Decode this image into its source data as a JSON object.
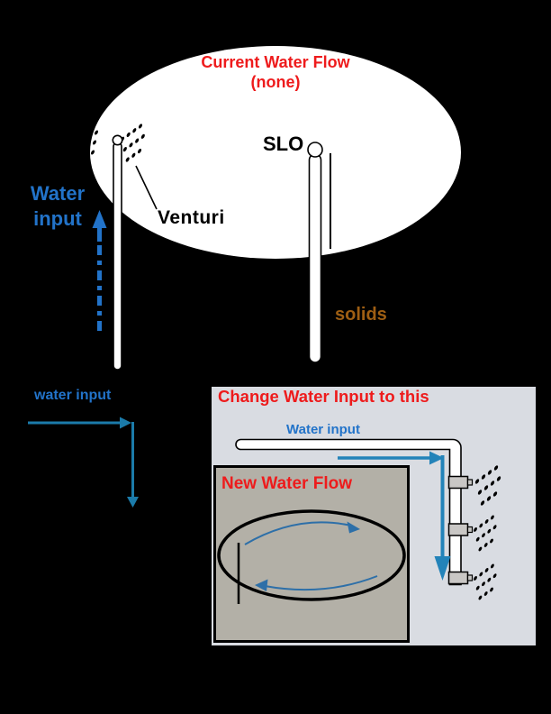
{
  "colors": {
    "c-background": "#000000",
    "c-tank-fill": "#ffffff",
    "c-red-label": "#ee1b1c",
    "c-blue-label": "#2273c9",
    "c-teal-arrow": "#1b7baa",
    "c-inset-arrow": "#2383b9",
    "c-flow-arc": "#2d6fa8",
    "c-brown-label": "#9e5e13",
    "c-inset-bg": "#d9dce2",
    "c-inner-box-bg": "#b3b0a7",
    "c-nozzle-fill": "#c9c7c5"
  },
  "top_diagram": {
    "title_line1": "Current Water Flow",
    "title_line2": "(none)",
    "slo_label": "SLO",
    "venturi_label": "Venturi",
    "water_input_line1": "Water",
    "water_input_line2": "input",
    "solids_label": "solids"
  },
  "bottom_left": {
    "water_input_label": "water input"
  },
  "inset": {
    "title": "Change Water Input to this",
    "water_input_label": "Water input",
    "inner_box_title": "New Water Flow"
  }
}
